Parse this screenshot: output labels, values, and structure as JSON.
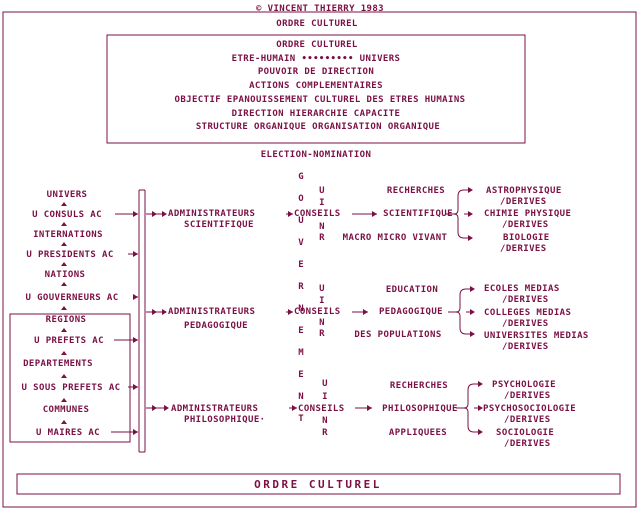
{
  "header": {
    "copyright": "© VINCENT THIERRY 1983",
    "subtitle": "ORDRE CULTUREL"
  },
  "box": {
    "lines": [
      "ORDRE CULTUREL",
      "ETRE-HUMAIN ••••••••• UNIVERS",
      "POUVOIR DE DIRECTION",
      "ACTIONS COMPLEMENTAIRES",
      "OBJECTIF EPANOUISSEMENT CULTUREL DES ETRES HUMAINS",
      "DIRECTION HIERARCHIE CAPACITE",
      "STRUCTURE  ORGANIQUE    ORGANISATION ORGANIQUE"
    ]
  },
  "election": "ELECTION-NOMINATION",
  "hierarchy": [
    "UNIVERS",
    "U CONSULS AC",
    "INTERNATIONS",
    "U PRESIDENTS AC",
    "NATIONS",
    "U GOUVERNEURS AC",
    "REGIONS",
    "U PREFETS AC",
    "DEPARTEMENTS",
    "U SOUS PREFETS AC",
    "COMMUNES",
    "U MAIRES AC"
  ],
  "gouvernement": [
    "G",
    "O",
    "U",
    "V",
    "E",
    "R",
    "N",
    "E",
    "M",
    "E",
    "N",
    "T"
  ],
  "uinr": [
    "U",
    "I",
    "N",
    "R"
  ],
  "branches": [
    {
      "admin": "ADMINISTRATEURS",
      "domain": "SCIENTIFIQUE",
      "conseils": "CONSEILS",
      "mid": [
        "RECHERCHES",
        "SCIENTIFIQUE",
        "MACRO MICRO VIVANT"
      ],
      "leaves": [
        [
          "ASTROPHYSIQUE",
          "/DERIVES"
        ],
        [
          "CHIMIE PHYSIQUE",
          "/DERIVES"
        ],
        [
          "BIOLOGIE",
          "/DERIVES"
        ]
      ]
    },
    {
      "admin": "ADMINISTRATEURS",
      "domain": "PEDAGOGIQUE",
      "conseils": "CONSEILS",
      "mid": [
        "EDUCATION",
        "PEDAGOGIQUE",
        "DES POPULATIONS"
      ],
      "leaves": [
        [
          "ECOLES MEDIAS",
          "/DERIVES"
        ],
        [
          "COLLEGES MEDIAS",
          "/DERIVES"
        ],
        [
          "UNIVERSITES MEDIAS",
          "/DERIVES"
        ]
      ]
    },
    {
      "admin": "ADMINISTRATEURS",
      "domain": "PHILOSOPHIQUE·",
      "conseils": "CONSEILS",
      "mid": [
        "RECHERCHES",
        "PHILOSOPHIQUE",
        "APPLIQUEES"
      ],
      "leaves": [
        [
          "PSYCHOLOGIE",
          "/DERIVES"
        ],
        [
          "PSYCHOSOCIOLOGIE",
          "/DERIVES"
        ],
        [
          "SOCIOLOGIE",
          "/DERIVES"
        ]
      ]
    }
  ],
  "footer": "ORDRE CULTUREL",
  "colors": {
    "ink": "#7a1044",
    "background": "#ffffff"
  }
}
